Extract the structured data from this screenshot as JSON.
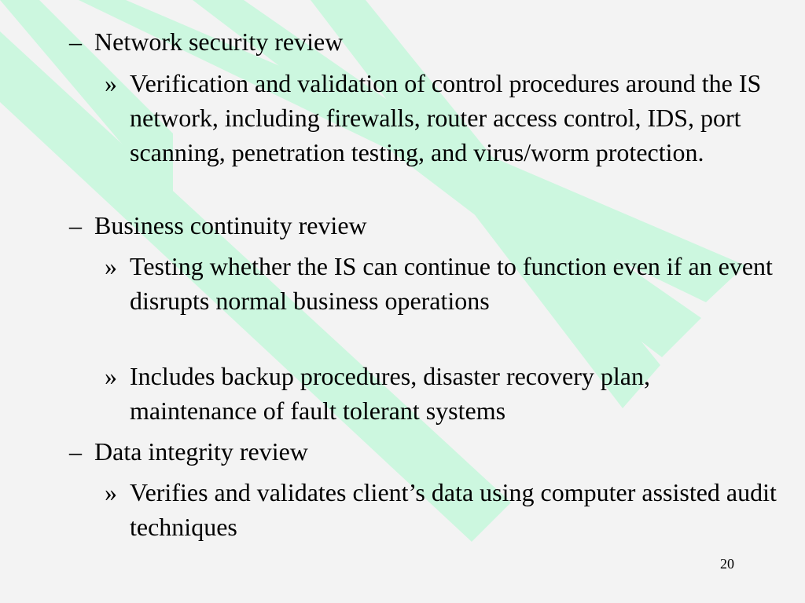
{
  "background": {
    "base_color": "#f3f3f3",
    "stripe_color": "#ccf7df"
  },
  "bullets": {
    "level1_marker": "–",
    "level2_marker": "»"
  },
  "items": [
    {
      "text": "Network security review"
    },
    {
      "text": "Verification and validation of control procedures around the IS network, including firewalls, router access control, IDS, port scanning, penetration testing, and virus/worm protection."
    },
    {
      "text": "Business continuity review"
    },
    {
      "text": "Testing whether the IS can continue to function even if an event disrupts normal business operations"
    },
    {
      "text": "Includes backup procedures, disaster recovery plan, maintenance of fault tolerant systems"
    },
    {
      "text": "Data integrity review"
    },
    {
      "text": "Verifies and validates client’s data using computer assisted audit techniques"
    }
  ],
  "page_number": "20"
}
